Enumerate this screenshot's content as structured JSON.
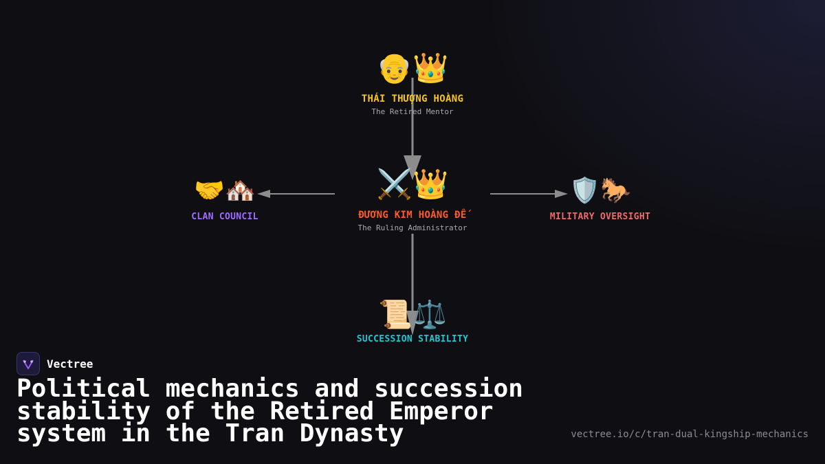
{
  "diagram": {
    "top": {
      "emoji": "👴👑",
      "title": "THÁI THƯỢNG HOÀNG",
      "subtitle": "The Retired Mentor",
      "color": "#f5c518"
    },
    "center": {
      "emoji": "⚔️👑",
      "title": "ĐƯƠNG KIM HOÀNG ĐẾ",
      "subtitle": "The Ruling Administrator",
      "color": "#ff5a2a"
    },
    "left": {
      "emoji": "🤝🏘️",
      "title": "CLAN COUNCIL",
      "color": "#a06cff"
    },
    "right": {
      "emoji": "🛡️🐎",
      "title": "MILITARY OVERSIGHT",
      "color": "#f06a6a"
    },
    "bottom": {
      "emoji": "📜⚖️",
      "title": "SUCCESSION STABILITY",
      "color": "#1fc7d4"
    },
    "arrow_color": "#8c8c8c"
  },
  "brand": {
    "name": "Vectree",
    "logo_icon": "vectree-logo-icon"
  },
  "headline": "Political mechanics and succession stability of the Retired Emperor system in the Tran Dynasty",
  "url": "vectree.io/c/tran-dual-kingship-mechanics"
}
